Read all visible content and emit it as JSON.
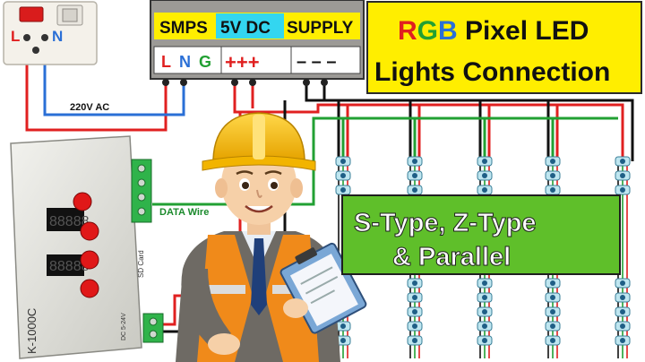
{
  "switch_box": {
    "live_label": "L",
    "neutral_label": "N"
  },
  "smps": {
    "title_left": "SMPS",
    "title_mid": "5V DC",
    "title_right": "SUPPLY",
    "terminal_l": "L",
    "terminal_n": "N",
    "terminal_g": "G",
    "positive": "+++",
    "negative": "– – –"
  },
  "ac_wire_label": "220V AC",
  "data_wire_label": "DATA Wire",
  "controller": {
    "model": "K-1000C",
    "display_top": "88888",
    "display_bottom": "88888",
    "port_power_label": "DC 5-24V",
    "card_label": "SD Card"
  },
  "title": {
    "rgb_r": "R",
    "rgb_g": "G",
    "rgb_b": "B",
    "line1_rest": " Pixel LED",
    "line2": "Lights Connection"
  },
  "types_box": {
    "line1": "S-Type, Z-Type",
    "line2": "& Parallel"
  },
  "colors": {
    "yellow": "#ffee00",
    "green_box": "#5fbf2a",
    "red_wire": "#e02020",
    "blue_wire": "#2a6fd6",
    "green_wire": "#22a033",
    "black_wire": "#111111",
    "cyan_highlight": "#33d6f0"
  }
}
